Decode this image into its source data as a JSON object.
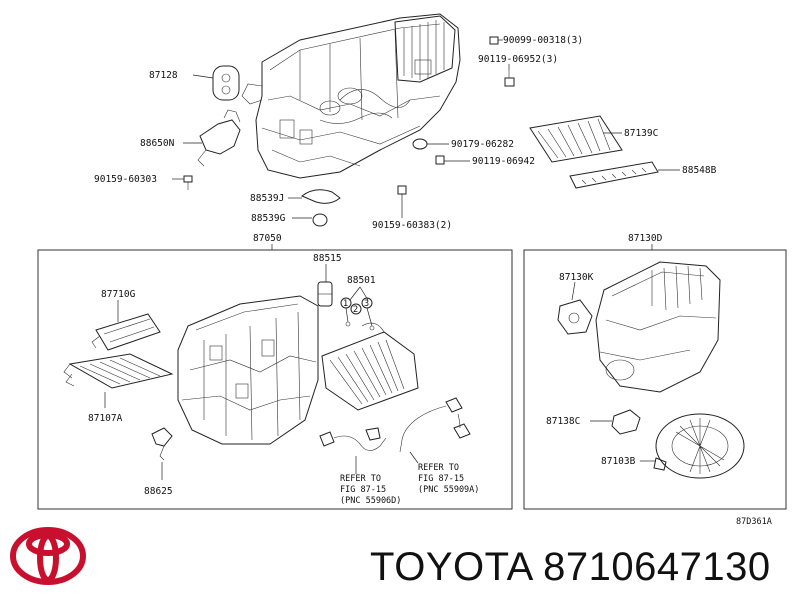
{
  "diagram": {
    "code": "87D361A",
    "top_labels": {
      "p87128": "87128",
      "p88650N": "88650N",
      "p90159_60303": "90159-60303",
      "p88539J": "88539J",
      "p88539G": "88539G",
      "p90099": "90099-00318(3)",
      "p90119_06952": "90119-06952(3)",
      "p87139C": "87139C",
      "p90179": "90179-06282",
      "p90119_06942": "90119-06942",
      "p88548B": "88548B",
      "p90159_60383": "90159-60383(2)"
    },
    "left_box": {
      "title": "87050",
      "labels": {
        "p88515": "88515",
        "p88501": "88501",
        "p87710G": "87710G",
        "p87107A": "87107A",
        "p88625": "88625",
        "c1": "1",
        "c2": "2",
        "c3": "3"
      },
      "refs": [
        [
          "REFER TO",
          "FIG 87-15",
          "(PNC 55906D)"
        ],
        [
          "REFER TO",
          "FIG 87-15",
          "(PNC 55909A)"
        ]
      ]
    },
    "right_box": {
      "title": "87130D",
      "labels": {
        "p87130K": "87130K",
        "p87138C": "87138C",
        "p87103B": "87103B"
      }
    }
  },
  "footer": {
    "brand_text": "TOYOTA 8710647130",
    "logo": "toyota-logo-icon",
    "logo_color": "#c8102e"
  }
}
